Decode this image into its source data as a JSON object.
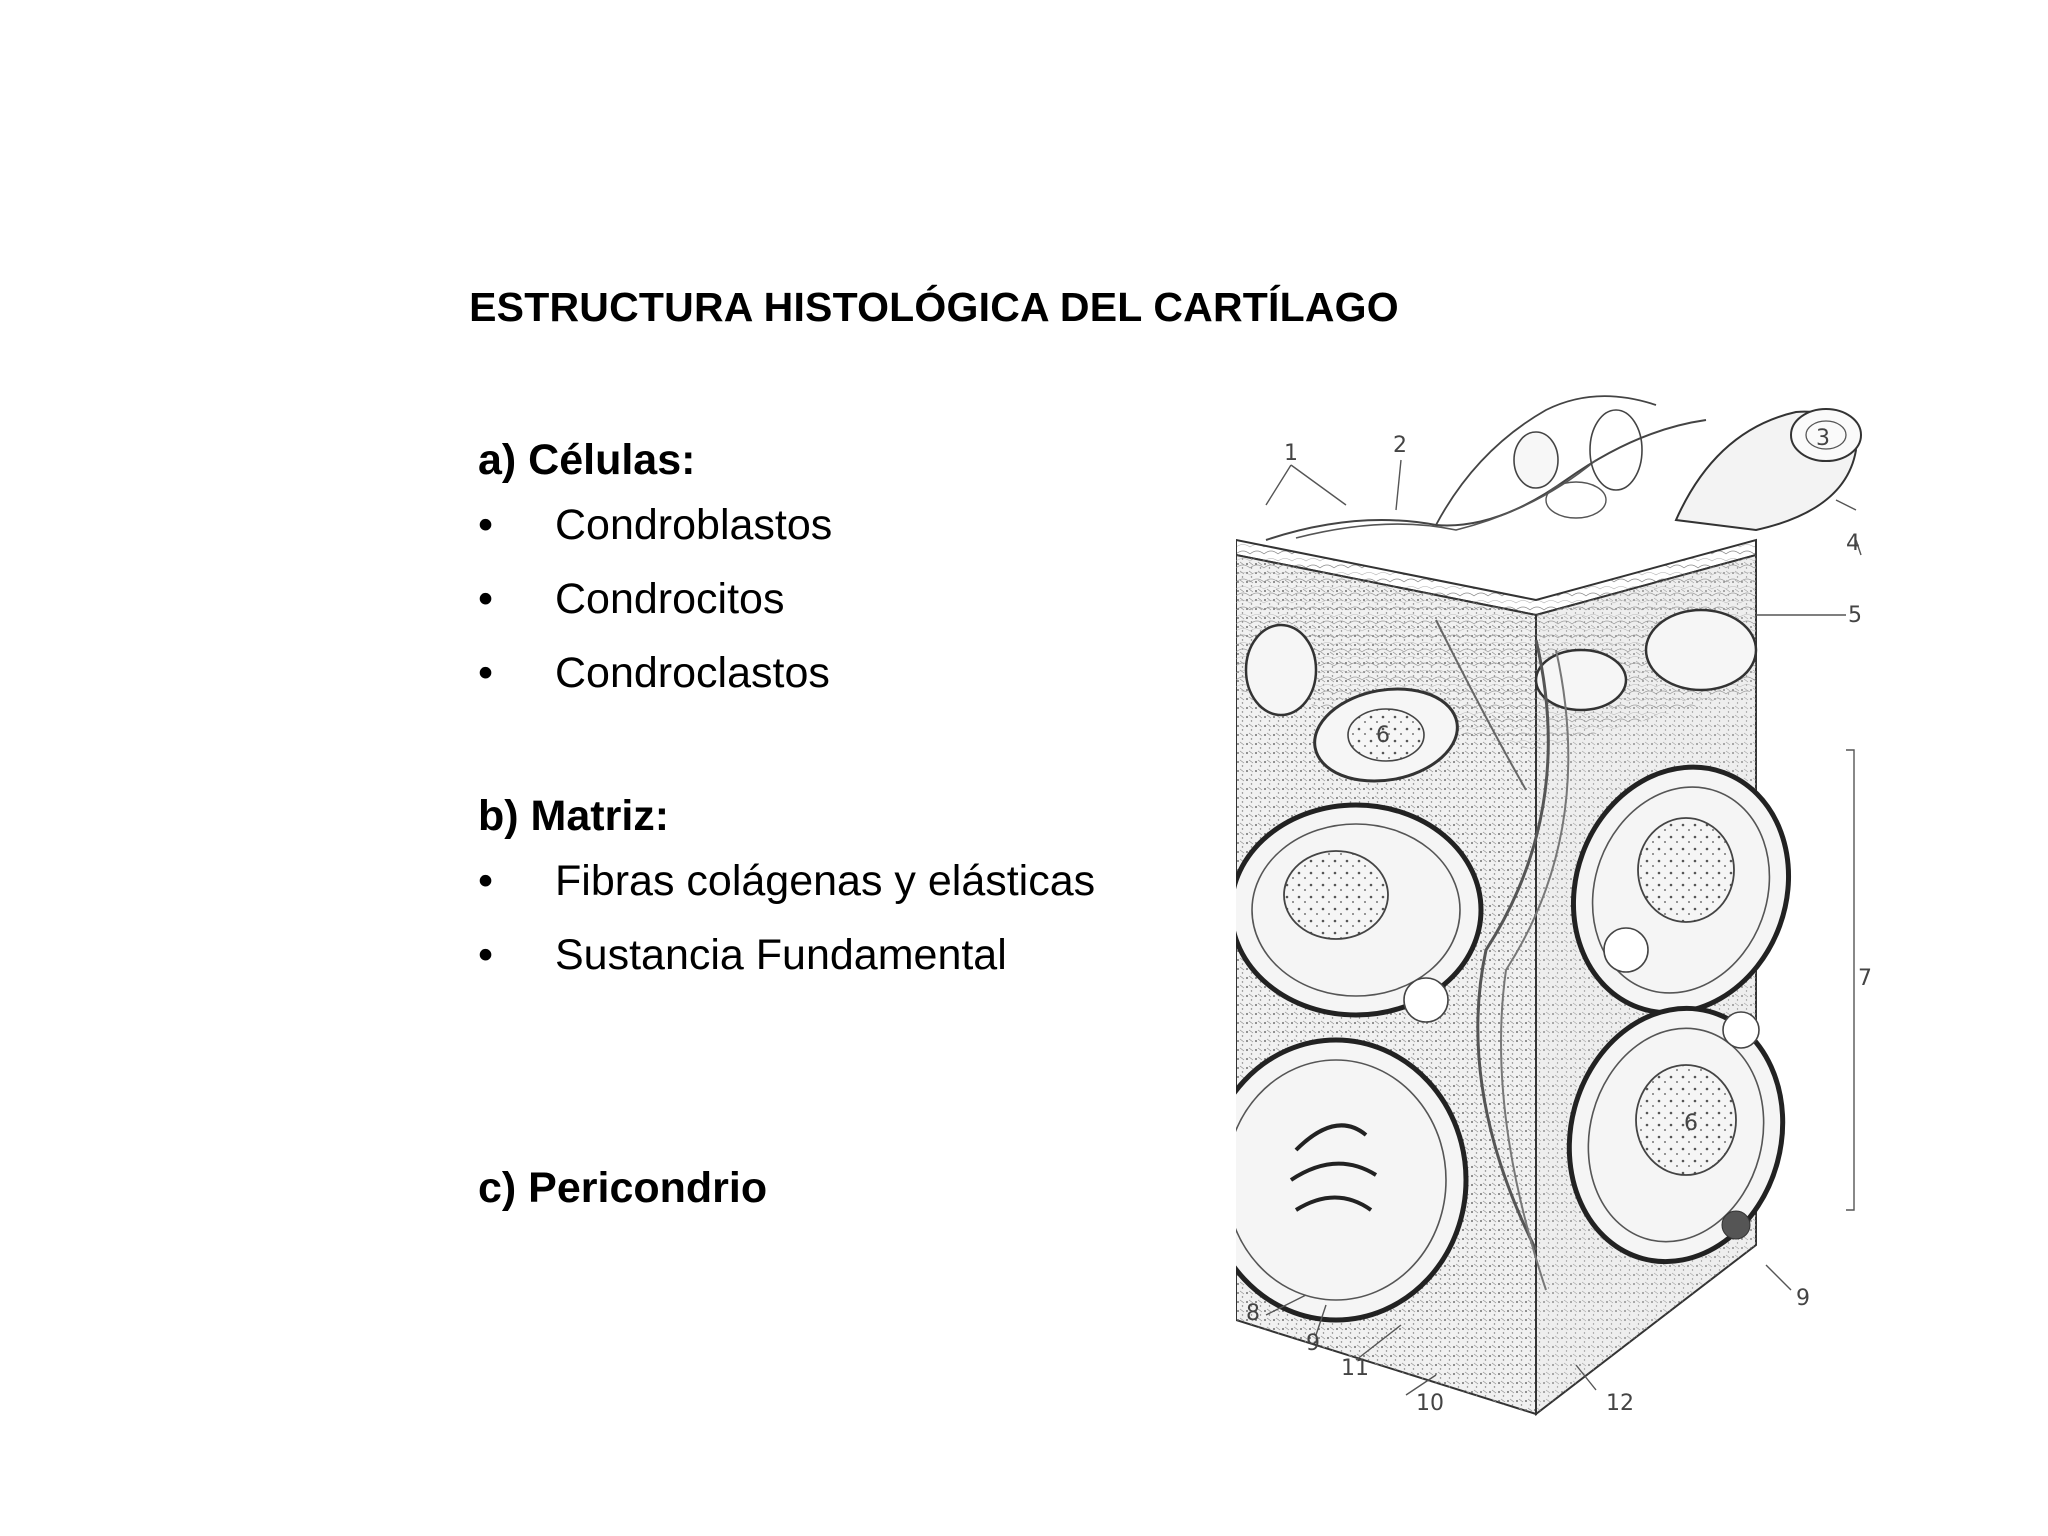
{
  "title": "ESTRUCTURA HISTOLÓGICA DEL CARTÍLAGO",
  "sections": [
    {
      "heading": "a) Células:",
      "items": [
        "Condroblastos",
        "Condrocitos",
        "Condroclastos"
      ]
    },
    {
      "heading": "b) Matriz:",
      "items": [
        "Fibras colágenas y elásticas",
        "Sustancia Fundamental"
      ]
    },
    {
      "heading": "c) Pericondrio",
      "items": []
    }
  ],
  "bullet_glyph": "•",
  "figure": {
    "labels": [
      "1",
      "2",
      "3",
      "4",
      "5",
      "6",
      "6",
      "7",
      "8",
      "9",
      "9",
      "10",
      "11",
      "12"
    ]
  }
}
